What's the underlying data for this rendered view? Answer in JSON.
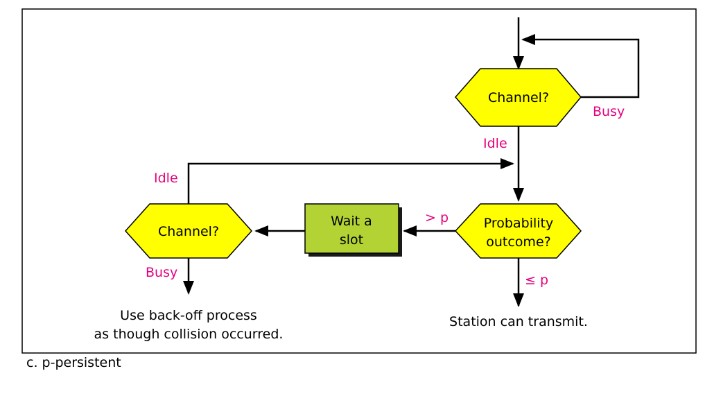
{
  "diagram": {
    "nodes": {
      "channel_top": "Channel?",
      "probability": [
        "Probability",
        "outcome?"
      ],
      "wait_slot": [
        "Wait a",
        "slot"
      ],
      "channel_left": "Channel?"
    },
    "edge_labels": {
      "busy_top": "Busy",
      "idle_top": "Idle",
      "idle_left": "Idle",
      "gt_p": "> p",
      "le_p": "≤ p",
      "busy_left": "Busy"
    },
    "outcomes": {
      "transmit": "Station can transmit.",
      "backoff": [
        "Use back-off process",
        "as though collision occurred."
      ]
    },
    "colors": {
      "decision_fill": "#ffff00",
      "process_fill": "#b3d335",
      "label_magenta": "#e6007e",
      "line": "#000000"
    }
  },
  "caption": "c. p-persistent"
}
